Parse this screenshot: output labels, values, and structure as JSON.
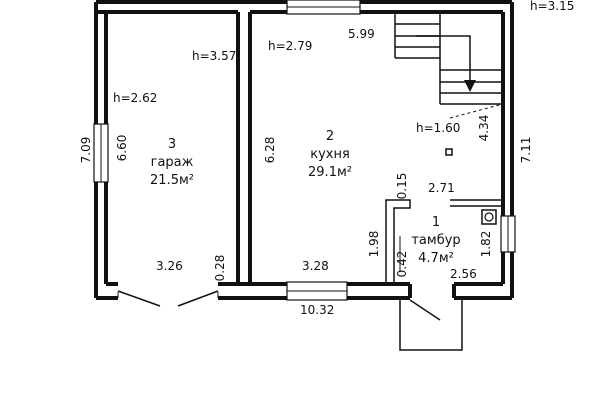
{
  "plan": {
    "rooms": [
      {
        "number": "1",
        "name": "тамбур",
        "area": "4.7м²"
      },
      {
        "number": "2",
        "name": "кухня",
        "area": "29.1м²"
      },
      {
        "number": "3",
        "name": "гараж",
        "area": "21.5м²"
      }
    ],
    "heights": {
      "garage_top": "h=3.57",
      "garage_left": "h=2.62",
      "kitchen": "h=2.79",
      "stair_landing": "h=1.60",
      "top_right": "h=3.15"
    },
    "dimensions": {
      "overall_width": "10.32",
      "left_outer_height": "7.09",
      "garage_inner_height": "6.60",
      "garage_width": "3.26",
      "garage_door_pier": "0.28",
      "kitchen_height": "6.28",
      "kitchen_top_width": "5.99",
      "kitchen_bottom_width": "3.28",
      "right_outer_height": "7.11",
      "stair_height": "4.34",
      "vestibule_top_width": "2.71",
      "vestibule_partition": "0.15",
      "vestibule_height": "1.98",
      "vestibule_pier": "0.42",
      "vestibule_width": "2.56",
      "vestibule_right_height": "1.82"
    }
  }
}
